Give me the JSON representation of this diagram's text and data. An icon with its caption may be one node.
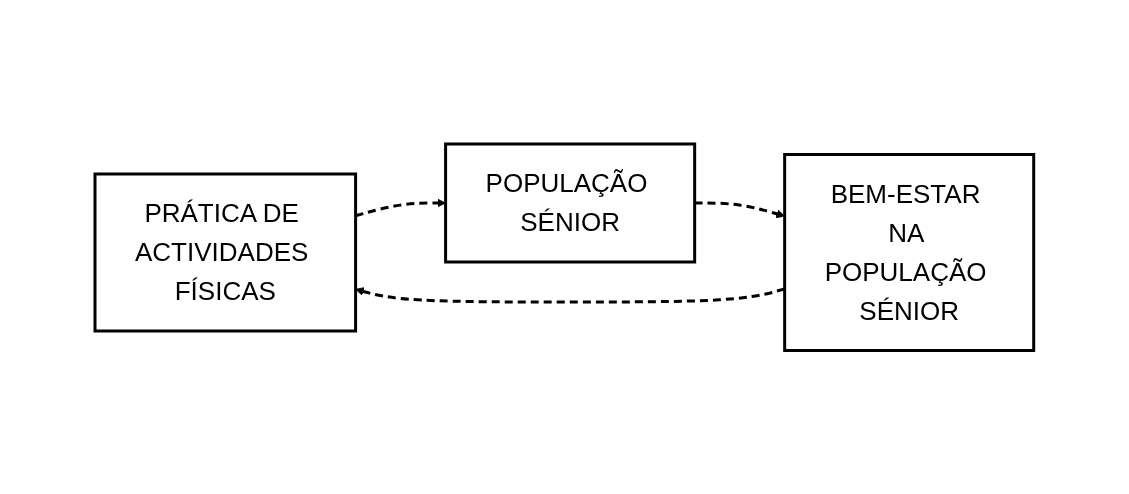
{
  "diagram": {
    "nodes": [
      {
        "text": [
          "PRÁTICA DE ACTIVIDADES FÍSICAS"
        ]
      },
      {
        "text": [
          "POPULAÇÃO SÉNIOR"
        ]
      },
      {
        "text": [
          "BEM-ESTAR NA POPULAÇÃO SÉNIOR"
        ]
      }
    ],
    "edges": [
      {
        "from": 0,
        "to": 1,
        "arrow": "to",
        "style": "dashed"
      },
      {
        "from": 1,
        "to": 2,
        "arrow": "to",
        "style": "dashed"
      },
      {
        "from": 2,
        "to": 0,
        "arrow": "to",
        "style": "dashed"
      }
    ]
  }
}
